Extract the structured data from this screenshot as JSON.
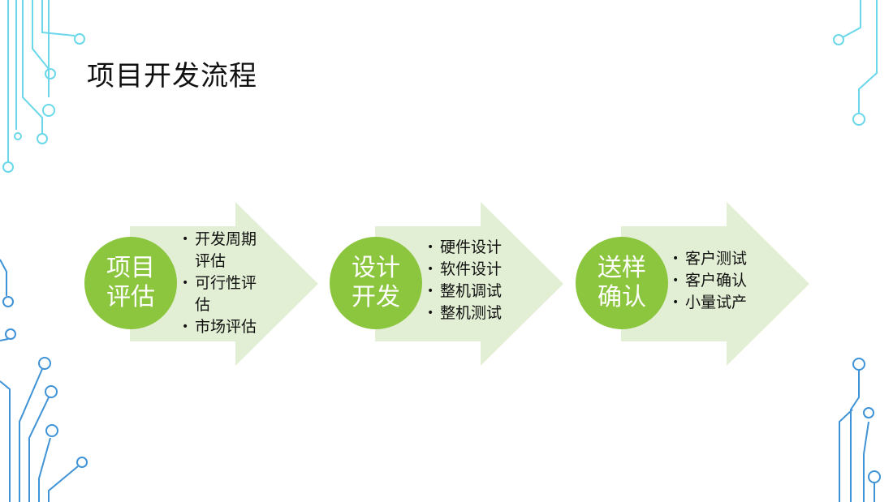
{
  "title": "项目开发流程",
  "stages": [
    {
      "name": "项目评估",
      "items": [
        "开发周期评估",
        "可行性评估",
        "市场评估"
      ]
    },
    {
      "name": "设计开发",
      "items": [
        "硬件设计",
        "软件设计",
        "整机调试",
        "整机测试"
      ]
    },
    {
      "name": "送样确认",
      "items": [
        "客户测试",
        "客户确认",
        "小量试产"
      ]
    }
  ],
  "colors": {
    "circle": "#8cc63f",
    "arrow": "#e3efd4",
    "circuit_light": "#5fd3e8",
    "circuit_blue": "#3b8fd1"
  },
  "icons": [
    "circuit-decoration-icon"
  ]
}
